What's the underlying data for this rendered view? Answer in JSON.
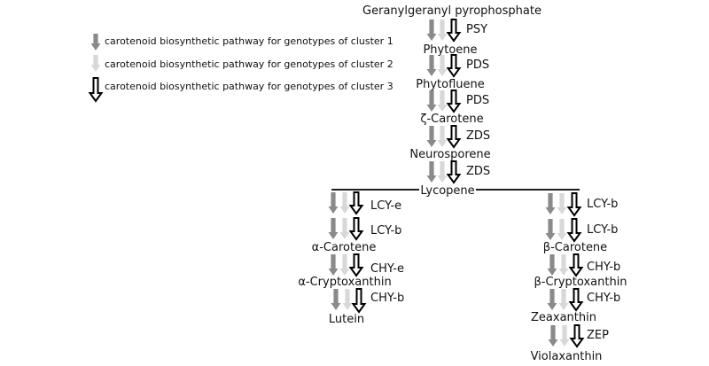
{
  "legend": [
    {
      "label": "carotenoid biosynthetic pathway for genotypes of cluster 1"
    },
    {
      "label": "carotenoid biosynthetic pathway for genotypes of cluster 2"
    },
    {
      "label": "carotenoid biosynthetic pathway for genotypes of cluster 3"
    }
  ],
  "colors": {
    "cluster1": "#8a8a8a",
    "cluster2": "#d8d8d8",
    "cluster3": "#000000",
    "text": "#111111"
  },
  "nodes": {
    "ggpp": "Geranylgeranyl pyrophosphate",
    "phytoene": "Phytoene",
    "phytofluene": "Phytofluene",
    "zeta_carotene": "ζ-Carotene",
    "neurosporene": "Neurosporene",
    "lycopene": "Lycopene",
    "alpha_carotene": "α-Carotene",
    "alpha_cryptoxanthin": "α-Cryptoxanthin",
    "lutein": "Lutein",
    "beta_carotene": "β-Carotene",
    "beta_cryptoxanthin": "β-Cryptoxanthin",
    "zeaxanthin": "Zeaxanthin",
    "violaxanthin": "Violaxanthin"
  },
  "enzymes": {
    "psy": "PSY",
    "pds1": "PDS",
    "pds2": "PDS",
    "zds1": "ZDS",
    "zds2": "ZDS",
    "lcye": "LCY-e",
    "lcyb_alpha": "LCY-b",
    "chye": "CHY-e",
    "chyb_alpha": "CHY-b",
    "lcyb1": "LCY-b",
    "lcyb2": "LCY-b",
    "chyb1": "CHY-b",
    "chyb2": "CHY-b",
    "zep": "ZEP"
  }
}
